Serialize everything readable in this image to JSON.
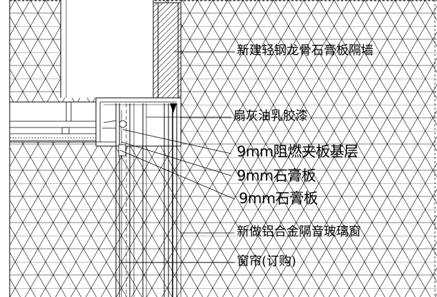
{
  "background": "#ffffff",
  "line_color": "#000000",
  "annotations": [
    {
      "id": "partition",
      "text": "新建轻钢龙骨石膏板隔墙"
    },
    {
      "id": "paint",
      "text": "扇灰油乳胶漆"
    },
    {
      "id": "base",
      "text": "9mm阻燃夹板基层"
    },
    {
      "id": "gypsum1",
      "text": "9mm石膏板"
    },
    {
      "id": "gypsum2",
      "text": "9mm石膏板"
    },
    {
      "id": "window",
      "text": "新做铝合金隔音玻璃窗"
    },
    {
      "id": "curtain",
      "text": "窗帘(订购)"
    }
  ]
}
